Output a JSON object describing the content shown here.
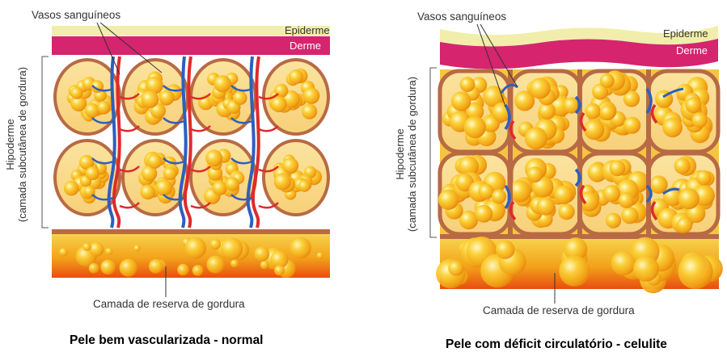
{
  "panels": [
    {
      "vessels_label": "Vasos sanguíneos",
      "epidermis_label": "Epiderme",
      "dermis_label": "Derme",
      "hypodermis_label_line1": "Hipoderme",
      "hypodermis_label_line2": "(camada subcutânea de gordura)",
      "reserve_label": "Camada de reserva de gordura",
      "caption": "Pele bem vascularizada - normal"
    },
    {
      "vessels_label": "Vasos sanguíneos",
      "epidermis_label": "Epiderme",
      "dermis_label": "Derme",
      "hypodermis_label_line1": "Hipoderme",
      "hypodermis_label_line2": "(camada subcutânea de gordura)",
      "reserve_label": "Camada de reserva de gordura",
      "caption": "Pele com déficit circulatório - celulite"
    }
  ],
  "colors": {
    "epidermis": "#f0eeaa",
    "dermis": "#d6246e",
    "septa": "#b86a44",
    "fat_yellow": "#f7c31a",
    "fat_orange": "#f08a10",
    "artery": "#e02a2a",
    "vein": "#2e5fbf"
  }
}
